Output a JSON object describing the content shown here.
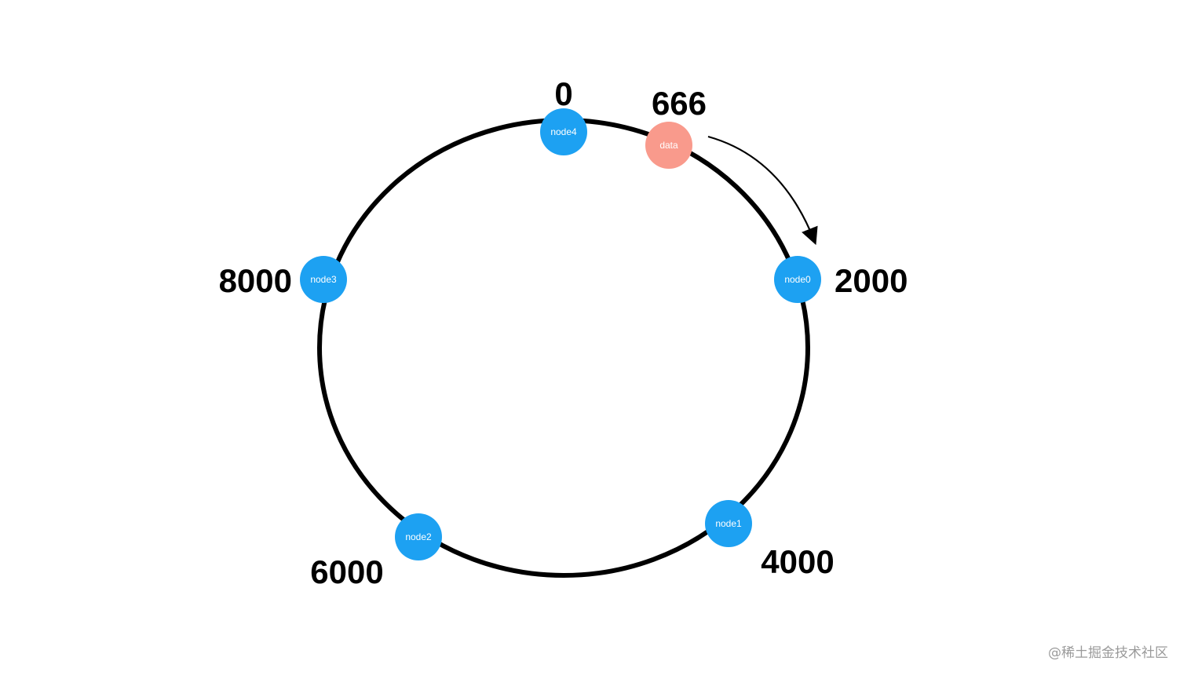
{
  "ring": {
    "stroke_color": "#000000"
  },
  "nodes": [
    {
      "id": "node4",
      "label": "node4",
      "position_label": "0",
      "color": "#1da1f2"
    },
    {
      "id": "node0",
      "label": "node0",
      "position_label": "2000",
      "color": "#1da1f2"
    },
    {
      "id": "node1",
      "label": "node1",
      "position_label": "4000",
      "color": "#1da1f2"
    },
    {
      "id": "node2",
      "label": "node2",
      "position_label": "6000",
      "color": "#1da1f2"
    },
    {
      "id": "node3",
      "label": "node3",
      "position_label": "8000",
      "color": "#1da1f2"
    }
  ],
  "data_item": {
    "label": "data",
    "position_label": "666",
    "color": "#f99a8c"
  },
  "arrow": {
    "icon": "curved-arrow-icon",
    "color": "#000000"
  },
  "watermark": "@稀土掘金技术社区"
}
